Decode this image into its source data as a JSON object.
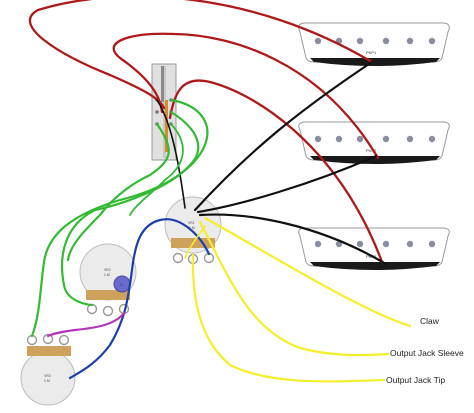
{
  "pickups": [
    {
      "label": "PKP1"
    },
    {
      "label": "PKP2"
    },
    {
      "label": "PKP3"
    }
  ],
  "pots": [
    {
      "label": "VR1",
      "value": "1 M"
    },
    {
      "label": "VR2",
      "value": "1 M"
    },
    {
      "label": "VR3",
      "value": "1 M"
    }
  ],
  "capacitor": {
    "label": "C"
  },
  "outputs": {
    "claw": "Claw",
    "sleeve": "Output Jack Sleeve",
    "tip": "Output Jack Tip"
  },
  "wire_colors": {
    "red": "#b01a1a",
    "black": "#111111",
    "green": "#33bb33",
    "blue": "#1c3fb0",
    "yellow": "#f5ee2a",
    "purple": "#b236b8"
  }
}
